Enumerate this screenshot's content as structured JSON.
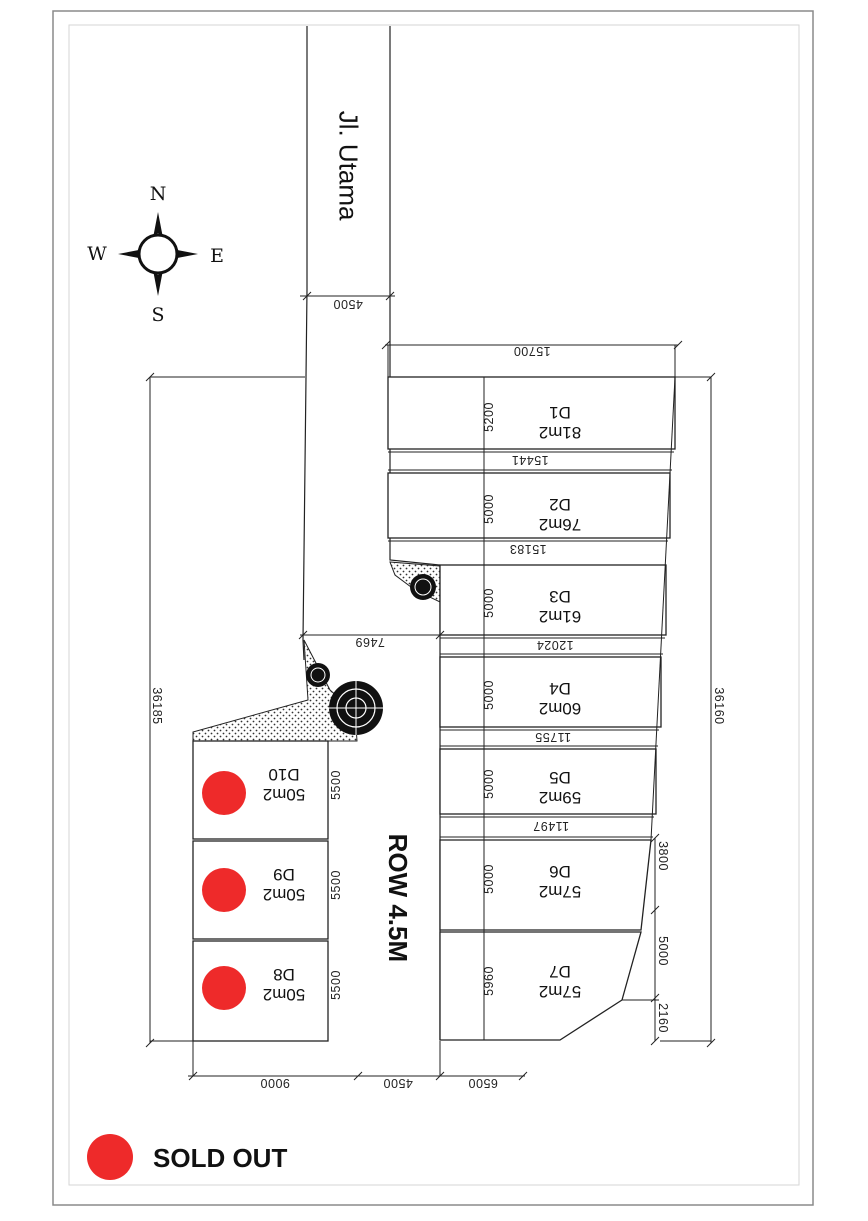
{
  "colors": {
    "sold": "#ee2a2a",
    "line": "#222222",
    "border": "#8a8a8a"
  },
  "road_label": "Jl. Utama",
  "row_label": "ROW 4.5M",
  "compass": {
    "n": "N",
    "s": "S",
    "e": "E",
    "w": "W"
  },
  "legend": {
    "text": "SOLD OUT"
  },
  "lots": [
    {
      "id": "D1",
      "area": "81m2",
      "depth": "5200",
      "width": "15700",
      "sold": false
    },
    {
      "id": "D2",
      "area": "76m2",
      "depth": "5000",
      "width": "15441",
      "sold": false
    },
    {
      "id": "D3",
      "area": "61m2",
      "depth": "5000",
      "width": "15183",
      "sold": false
    },
    {
      "id": "D4",
      "area": "60m2",
      "depth": "5000",
      "width": "12024",
      "sold": false
    },
    {
      "id": "D5",
      "area": "59m2",
      "depth": "5000",
      "width": "11755",
      "sold": false
    },
    {
      "id": "D6",
      "area": "57m2",
      "depth": "5000",
      "width": "11497",
      "sold": false
    },
    {
      "id": "D7",
      "area": "57m2",
      "depth": "5960",
      "width": "",
      "sold": false
    },
    {
      "id": "D8",
      "area": "50m2",
      "depth": "5500",
      "sold": true
    },
    {
      "id": "D9",
      "area": "50m2",
      "depth": "5500",
      "sold": true
    },
    {
      "id": "D10",
      "area": "50m2",
      "depth": "5500",
      "sold": true
    }
  ],
  "dimensions": {
    "road_width": "4500",
    "left_total": "36185",
    "right_total": "36160",
    "cut": "7469",
    "bottom_left": "9000",
    "bottom_mid": "4500",
    "bottom_right": "6500",
    "right_seg_1": "3800",
    "right_seg_2": "5000",
    "right_seg_3": "2160"
  }
}
